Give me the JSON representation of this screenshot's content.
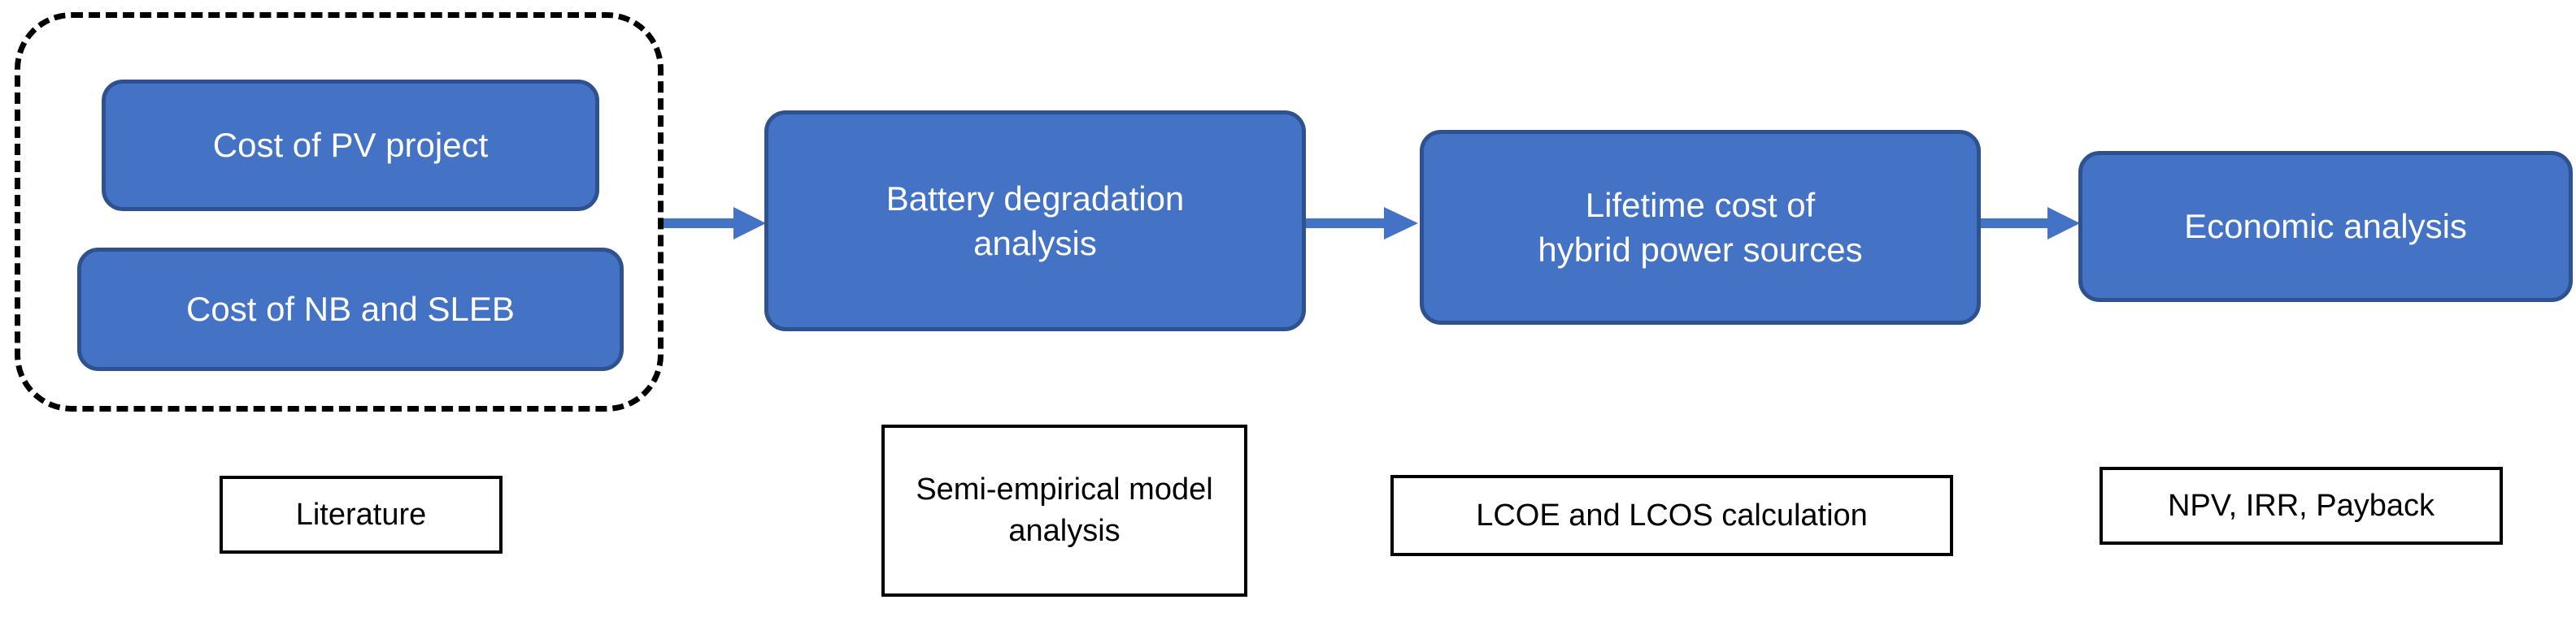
{
  "diagram": {
    "title": "Research methodology flowchart",
    "colors": {
      "box_fill": "#4472C4",
      "box_border": "#2F528F",
      "box_text": "#FFFFFF",
      "arrow": "#4472C4",
      "group_border": "#000000",
      "annotation_border": "#000000",
      "annotation_text": "#000000",
      "background": "#FFFFFF"
    },
    "group": {
      "name": "inputs-group",
      "style": "dashed-rounded"
    },
    "process_boxes": [
      {
        "id": "cost-of-pv-project",
        "label": "Cost of PV project",
        "lines": [
          "Cost of PV project"
        ]
      },
      {
        "id": "cost-of-nb-and-sleb",
        "label": "Cost of NB and SLEB",
        "lines": [
          "Cost of NB and SLEB"
        ]
      },
      {
        "id": "battery-degradation-analysis",
        "label": "Battery degradation analysis",
        "lines": [
          "Battery degradation",
          "analysis"
        ]
      },
      {
        "id": "lifetime-cost-of-hybrid-power-sources",
        "label": "Lifetime cost of hybrid power sources",
        "lines": [
          "Lifetime cost of",
          "hybrid power sources"
        ]
      },
      {
        "id": "economic-analysis",
        "label": "Economic analysis",
        "lines": [
          "Economic analysis"
        ]
      }
    ],
    "annotations": [
      {
        "id": "literature",
        "label": "Literature",
        "lines": [
          "Literature"
        ]
      },
      {
        "id": "semi-empirical-model-analysis",
        "label": "Semi-empirical model analysis",
        "lines": [
          "Semi-empirical",
          "model analysis"
        ]
      },
      {
        "id": "lcoe-and-lcos-calculation",
        "label": "LCOE and LCOS calculation",
        "lines": [
          "LCOE and LCOS calculation"
        ]
      },
      {
        "id": "npv-irr-payback",
        "label": "NPV, IRR, Payback",
        "lines": [
          "NPV, IRR, Payback"
        ]
      }
    ],
    "arrows": [
      {
        "id": "arrow-inputs-to-battery",
        "from": "inputs-group",
        "to": "battery-degradation-analysis"
      },
      {
        "id": "arrow-battery-to-lifetime",
        "from": "battery-degradation-analysis",
        "to": "lifetime-cost-of-hybrid-power-sources"
      },
      {
        "id": "arrow-lifetime-to-economic",
        "from": "lifetime-cost-of-hybrid-power-sources",
        "to": "economic-analysis"
      }
    ]
  }
}
